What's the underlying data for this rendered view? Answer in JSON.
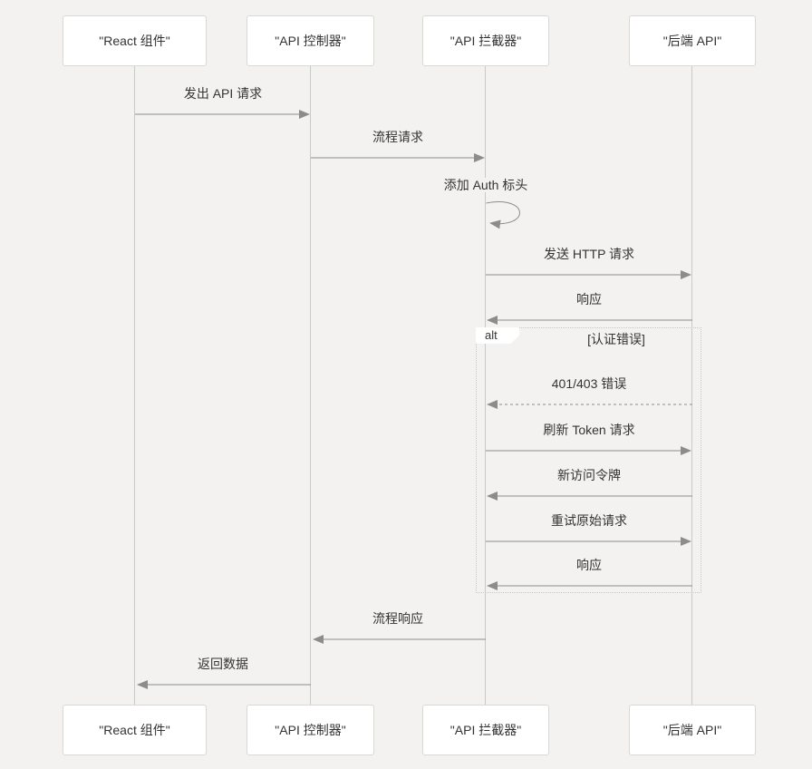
{
  "diagram": {
    "type": "sequence",
    "actors": [
      {
        "id": "react-component",
        "label": "\"React 组件\""
      },
      {
        "id": "api-controller",
        "label": "\"API 控制器\""
      },
      {
        "id": "api-interceptor",
        "label": "\"API 拦截器\""
      },
      {
        "id": "backend-api",
        "label": "\"后端 API\""
      }
    ],
    "messages": [
      {
        "text": "发出 API 请求",
        "from": "\"React 组件\"",
        "to": "\"API 控制器\"",
        "style": "solid"
      },
      {
        "text": "流程请求",
        "from": "\"API 控制器\"",
        "to": "\"API 拦截器\"",
        "style": "solid"
      },
      {
        "text": "添加 Auth 标头",
        "from": "\"API 拦截器\"",
        "to": "\"API 拦截器\"",
        "style": "self"
      },
      {
        "text": "发送 HTTP 请求",
        "from": "\"API 拦截器\"",
        "to": "\"后端 API\"",
        "style": "solid"
      },
      {
        "text": "响应",
        "from": "\"后端 API\"",
        "to": "\"API 拦截器\"",
        "style": "solid"
      },
      {
        "text": "401/403 错误",
        "from": "\"后端 API\"",
        "to": "\"API 拦截器\"",
        "style": "dashed"
      },
      {
        "text": "刷新 Token 请求",
        "from": "\"API 拦截器\"",
        "to": "\"后端 API\"",
        "style": "solid"
      },
      {
        "text": "新访问令牌",
        "from": "\"后端 API\"",
        "to": "\"API 拦截器\"",
        "style": "solid"
      },
      {
        "text": "重试原始请求",
        "from": "\"API 拦截器\"",
        "to": "\"后端 API\"",
        "style": "solid"
      },
      {
        "text": "响应",
        "from": "\"后端 API\"",
        "to": "\"API 拦截器\"",
        "style": "solid"
      },
      {
        "text": "流程响应",
        "from": "\"API 拦截器\"",
        "to": "\"API 控制器\"",
        "style": "solid"
      },
      {
        "text": "返回数据",
        "from": "\"API 控制器\"",
        "to": "\"React 组件\"",
        "style": "solid"
      }
    ],
    "alt_block": {
      "label": "alt",
      "condition": "[认证错误]"
    },
    "colors": {
      "background": "#f3f2f0",
      "actor_fill": "#ffffff",
      "actor_border": "#d8d8d5",
      "arrow": "#8c8c8c",
      "lifeline": "#c9c9c7",
      "text": "#333333"
    }
  }
}
